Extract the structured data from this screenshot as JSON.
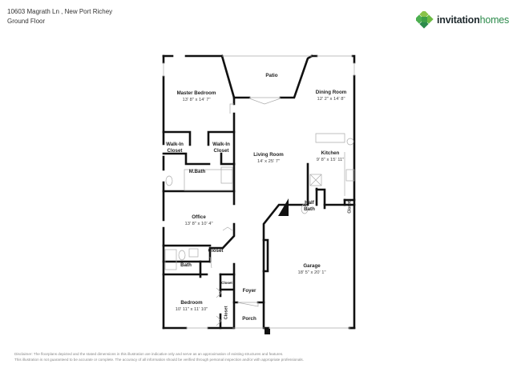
{
  "header": {
    "address": "10603 Magrath Ln , New Port Richey",
    "floor": "Ground Floor"
  },
  "brand": {
    "logo_icon": "invitation-homes-logo-icon",
    "name_part1": "invitation",
    "name_part2": "homes",
    "colors": {
      "green_dark": "#2c8a4b",
      "green_mid": "#4caf50",
      "green_light": "#8bc34a"
    }
  },
  "rooms": {
    "patio": {
      "name": "Patio"
    },
    "master_bedroom": {
      "name": "Master Bedroom",
      "dims": "13' 8\" x 14' 7\""
    },
    "dining_room": {
      "name": "Dining Room",
      "dims": "12' 2\" x 14' 8\""
    },
    "walkin_closet_1": {
      "name": "Walk-In",
      "name2": "Closet"
    },
    "walkin_closet_2": {
      "name": "Walk-In",
      "name2": "Closet"
    },
    "living_room": {
      "name": "Living Room",
      "dims": "14' x 25' 7\""
    },
    "kitchen": {
      "name": "Kitchen",
      "dims": "9' 8\" x 15' 11\""
    },
    "m_bath": {
      "name": "M.Bath"
    },
    "half_bath": {
      "name": "Half",
      "name2": "Bath"
    },
    "kitchen_closet": {
      "name": "Closet"
    },
    "office": {
      "name": "Office",
      "dims": "13' 8\" x 10' 4\""
    },
    "office_closet": {
      "name": "Closet"
    },
    "bath": {
      "name": "Bath"
    },
    "garage": {
      "name": "Garage",
      "dims": "18' 5\" x 20' 1\""
    },
    "hall_closet": {
      "name": "Closet"
    },
    "foyer": {
      "name": "Foyer"
    },
    "bedroom": {
      "name": "Bedroom",
      "dims": "10' 11\" x 11' 10\""
    },
    "bedroom_closet": {
      "name": "Closet"
    },
    "porch": {
      "name": "Porch"
    }
  },
  "disclaimer": {
    "line1": "Disclaimer: The floorplans depicted and the stated dimensions in this illustration are indicative only and serve as an approximation of existing structures and features.",
    "line2": "This illustration is not guaranteed to be accurate or complete. The accuracy of all information should be verified through personal inspection and/or with appropriate professionals."
  }
}
